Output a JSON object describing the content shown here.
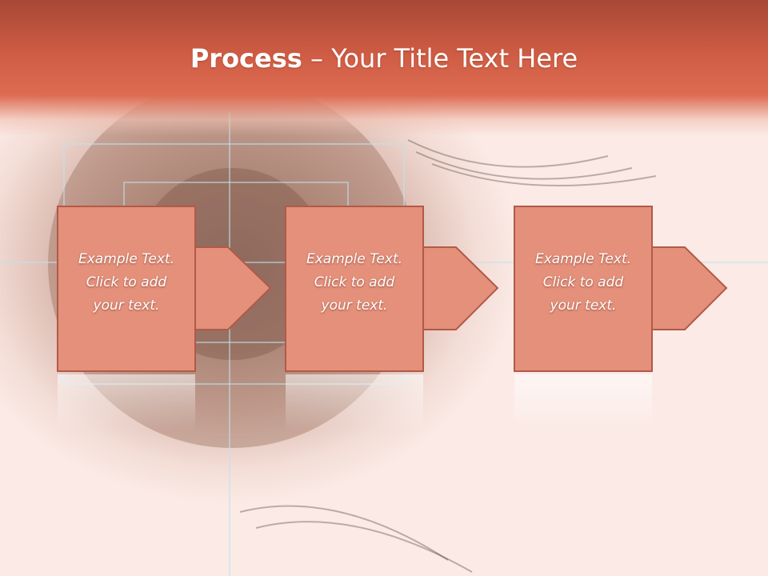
{
  "title": {
    "bold": "Process",
    "rest": " – Your Title Text Here"
  },
  "steps": [
    {
      "text": "Example Text.\nClick  to add\nyour text."
    },
    {
      "text": "Example Text.\nClick  to add\nyour text."
    },
    {
      "text": "Example Text.\nClick  to add\nyour text."
    }
  ],
  "colors": {
    "title_band": "#cf5c44",
    "step_fill": "#e4907a",
    "step_stroke": "#b15a48",
    "text": "#ffffff"
  }
}
